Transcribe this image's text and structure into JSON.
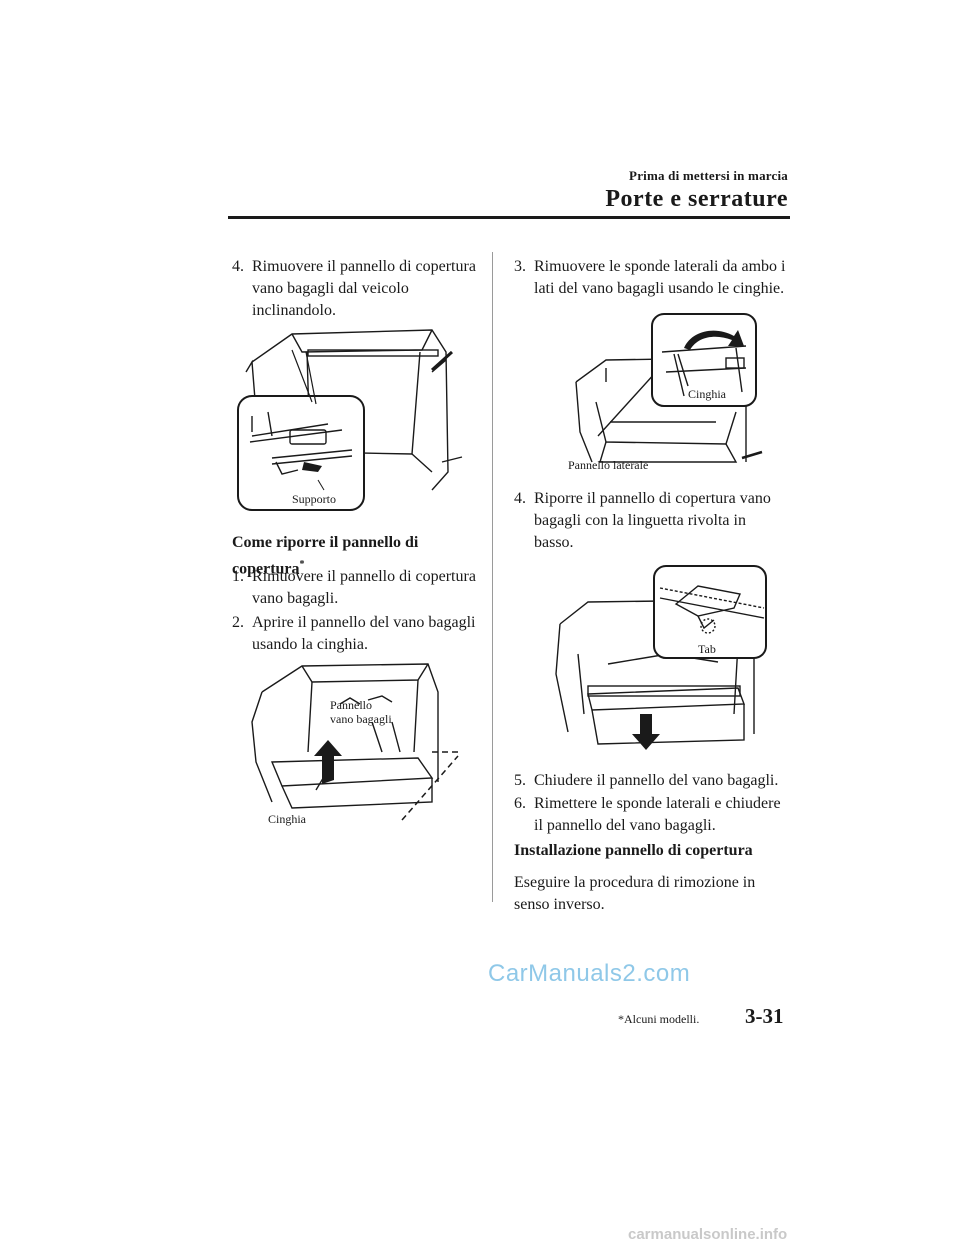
{
  "header": {
    "section_label": "Prima di mettersi in marcia",
    "section_title": "Porte e serrature"
  },
  "left": {
    "step4": {
      "num": "4.",
      "line1": "Rimuovere il pannello di copertura",
      "line2": "vano bagagli dal veicolo inclinandolo."
    },
    "fig1_label": "Supporto",
    "subheading": "Come riporre il pannello di copertura",
    "subheading_mark": "*",
    "step1": {
      "num": "1.",
      "line1": "Rimuovere il pannello di copertura",
      "line2": "vano bagagli."
    },
    "step2": {
      "num": "2.",
      "line1": "Aprire il pannello del vano bagagli",
      "line2": "usando la cinghia."
    },
    "fig2_label_panel_1": "Pannello",
    "fig2_label_panel_2": "vano bagagli",
    "fig2_label_strap": "Cinghia"
  },
  "right": {
    "step3": {
      "num": "3.",
      "line1": "Rimuovere le sponde laterali da ambo i",
      "line2": "lati del vano bagagli usando le cinghie."
    },
    "fig3_label_strap": "Cinghia",
    "fig3_label_side": "Pannello laterale",
    "step4": {
      "num": "4.",
      "line1": "Riporre il pannello di copertura vano",
      "line2": "bagagli con la linguetta rivolta in",
      "line3": "basso."
    },
    "fig4_label_tab": "Tab",
    "step5": {
      "num": "5.",
      "line1": "Chiudere il pannello del vano bagagli."
    },
    "step6": {
      "num": "6.",
      "line1": "Rimettere le sponde laterali e chiudere",
      "line2": "il pannello del vano bagagli."
    },
    "install_heading": "Installazione pannello di copertura",
    "install_text_1": "Eseguire la procedura di rimozione in",
    "install_text_2": "senso inverso."
  },
  "footer": {
    "footnote": "*Alcuni modelli.",
    "page_number": "3-31",
    "watermark": "CarManuals2.com",
    "watermark_site": "carmanualsonline.info"
  }
}
